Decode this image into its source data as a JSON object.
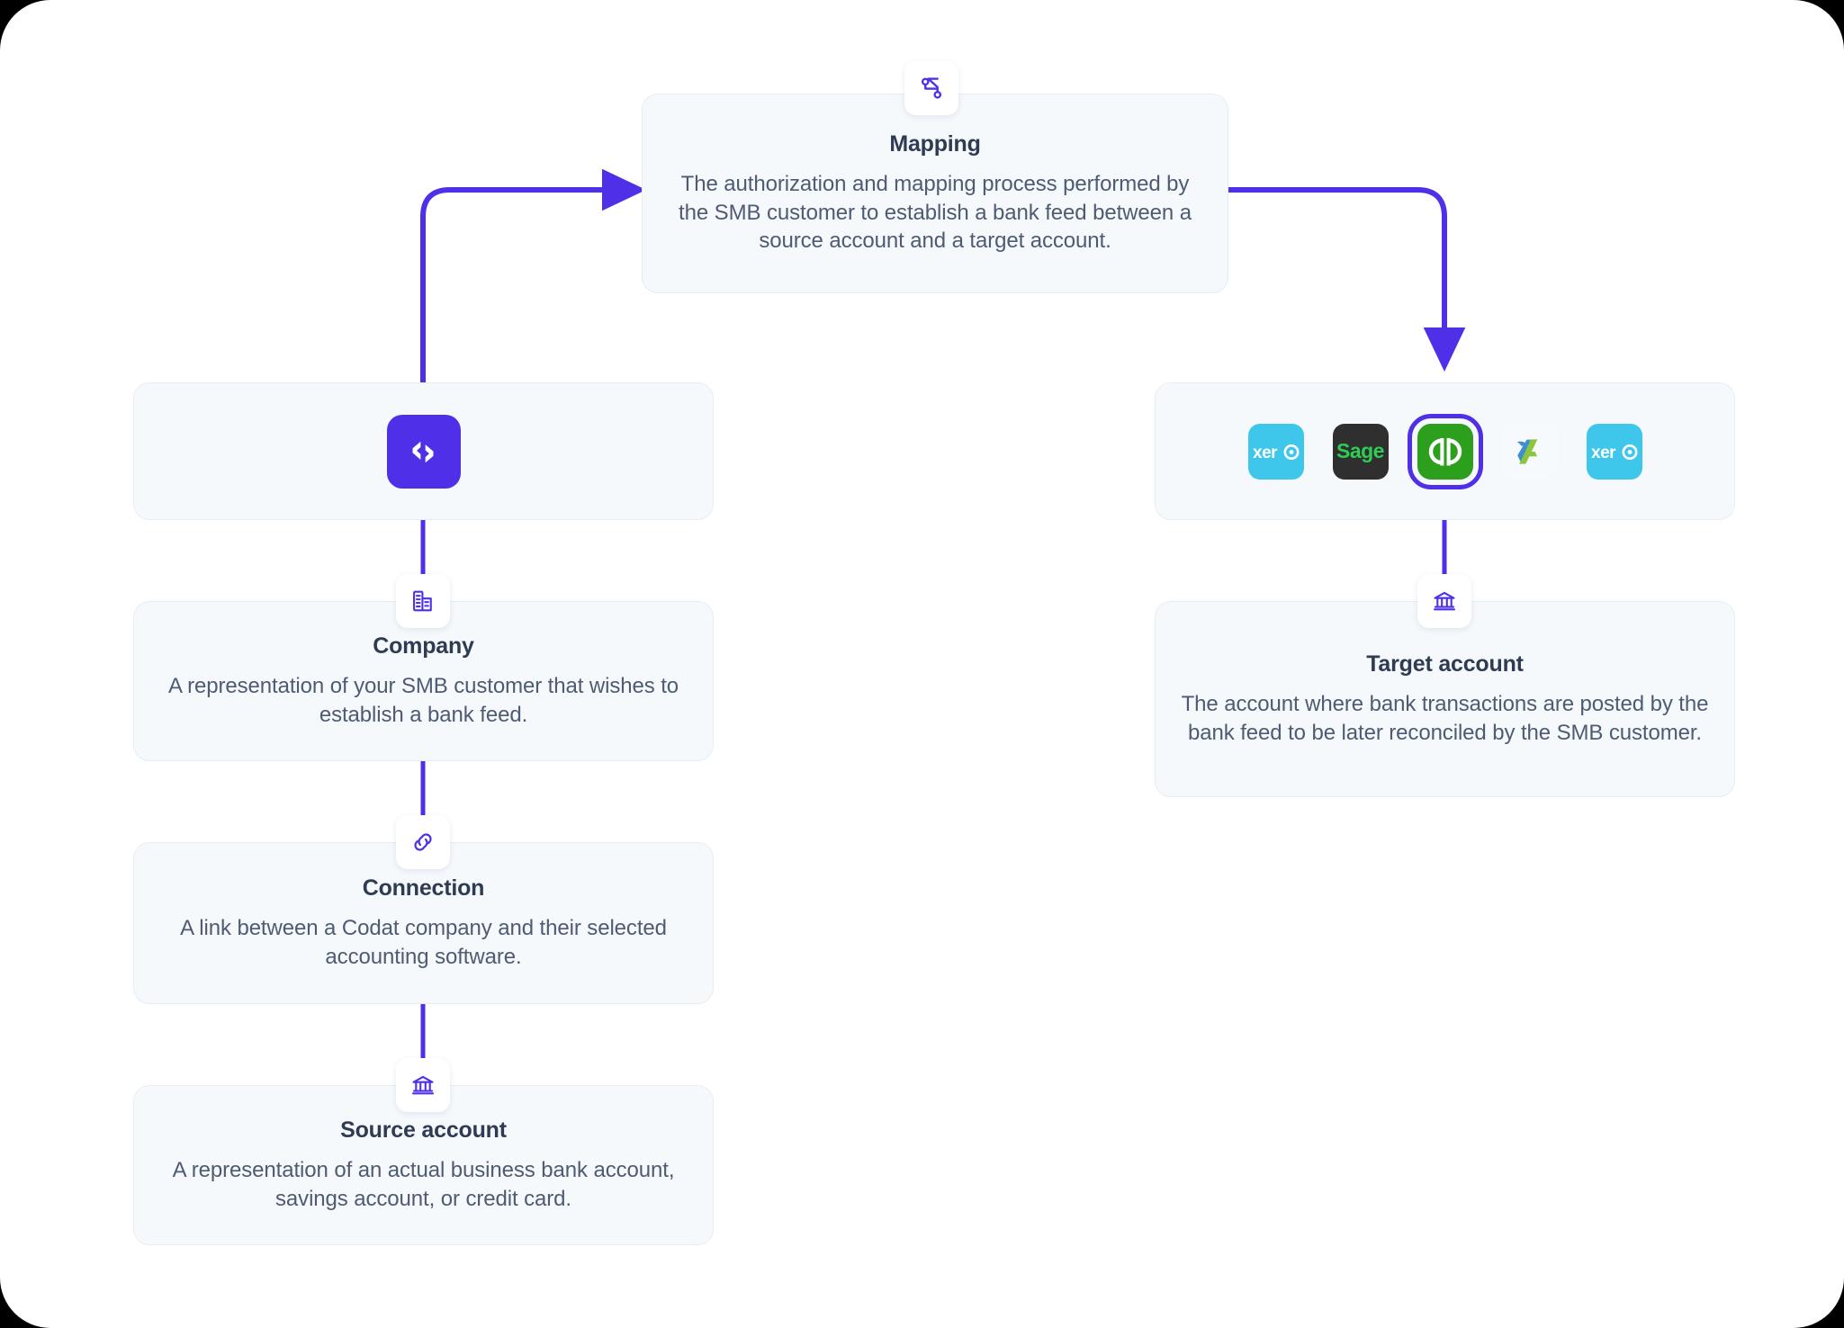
{
  "theme": {
    "accent": "#4f2fe8",
    "card_bg": "#f5f9fc",
    "card_border": "#e6eef5",
    "title_color": "#2f3b52",
    "body_color": "#4e5b72",
    "page_bg": "#ffffff"
  },
  "diagram": {
    "mapping": {
      "icon": "mapping-shuffle-icon",
      "title": "Mapping",
      "description": "The authorization and mapping process performed by the SMB customer to establish a bank feed between a source account and a target account."
    },
    "codat_panel": {
      "icon": "codat-logo-icon"
    },
    "software_panel": {
      "logos": [
        {
          "name": "xero-logo",
          "label": "xero",
          "bg": "#3ec7ea",
          "fg": "#ffffff",
          "selected": false
        },
        {
          "name": "sage-logo",
          "label": "Sage",
          "bg": "#2f2f2f",
          "fg": "#2ecc52",
          "selected": false
        },
        {
          "name": "quickbooks-logo",
          "label": "qb",
          "bg": "#2ca01c",
          "fg": "#ffffff",
          "selected": true
        },
        {
          "name": "freeagent-logo",
          "label": "",
          "bg": "#f7fafc",
          "fg": "#8cc63f",
          "selected": false
        },
        {
          "name": "xero-logo",
          "label": "xero",
          "bg": "#3ec7ea",
          "fg": "#ffffff",
          "selected": false
        }
      ]
    },
    "company": {
      "icon": "building-icon",
      "title": "Company",
      "description": "A representation of your SMB customer that wishes to establish a bank feed."
    },
    "connection": {
      "icon": "link-icon",
      "title": "Connection",
      "description": "A link between a Codat company and their selected accounting software."
    },
    "source_account": {
      "icon": "bank-icon",
      "title": "Source account",
      "description": "A representation of an actual business bank account, savings account, or credit card."
    },
    "target_account": {
      "icon": "bank-icon",
      "title": "Target account",
      "description": "The account where bank transactions are posted by the bank feed to be later reconciled by the SMB customer."
    }
  }
}
